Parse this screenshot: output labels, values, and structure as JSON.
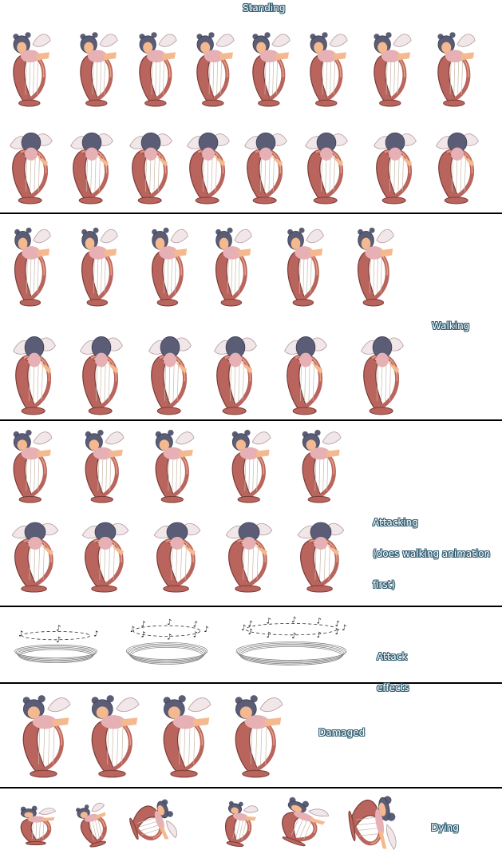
{
  "sections": {
    "standing": {
      "label": "Standing"
    },
    "walking": {
      "label": "Walking"
    },
    "attacking": {
      "label_lines": [
        "Attacking",
        "(does walking animation",
        "first)"
      ]
    },
    "attack_effects": {
      "label_lines": [
        "Attack",
        "effects"
      ]
    },
    "damaged": {
      "label": "Damaged"
    },
    "dying": {
      "label": "Dying"
    }
  },
  "colors": {
    "label_text": "#ffffff",
    "label_outline": "#2f5d72",
    "divider": "#000000",
    "harp_wood": "#b9655e",
    "harp_dark": "#7a3b36",
    "harp_light": "#e9a07f",
    "hair": "#5a5d75",
    "skin": "#f4b98f",
    "dress": "#e6b0b4",
    "wing": "#f1e6e8"
  }
}
